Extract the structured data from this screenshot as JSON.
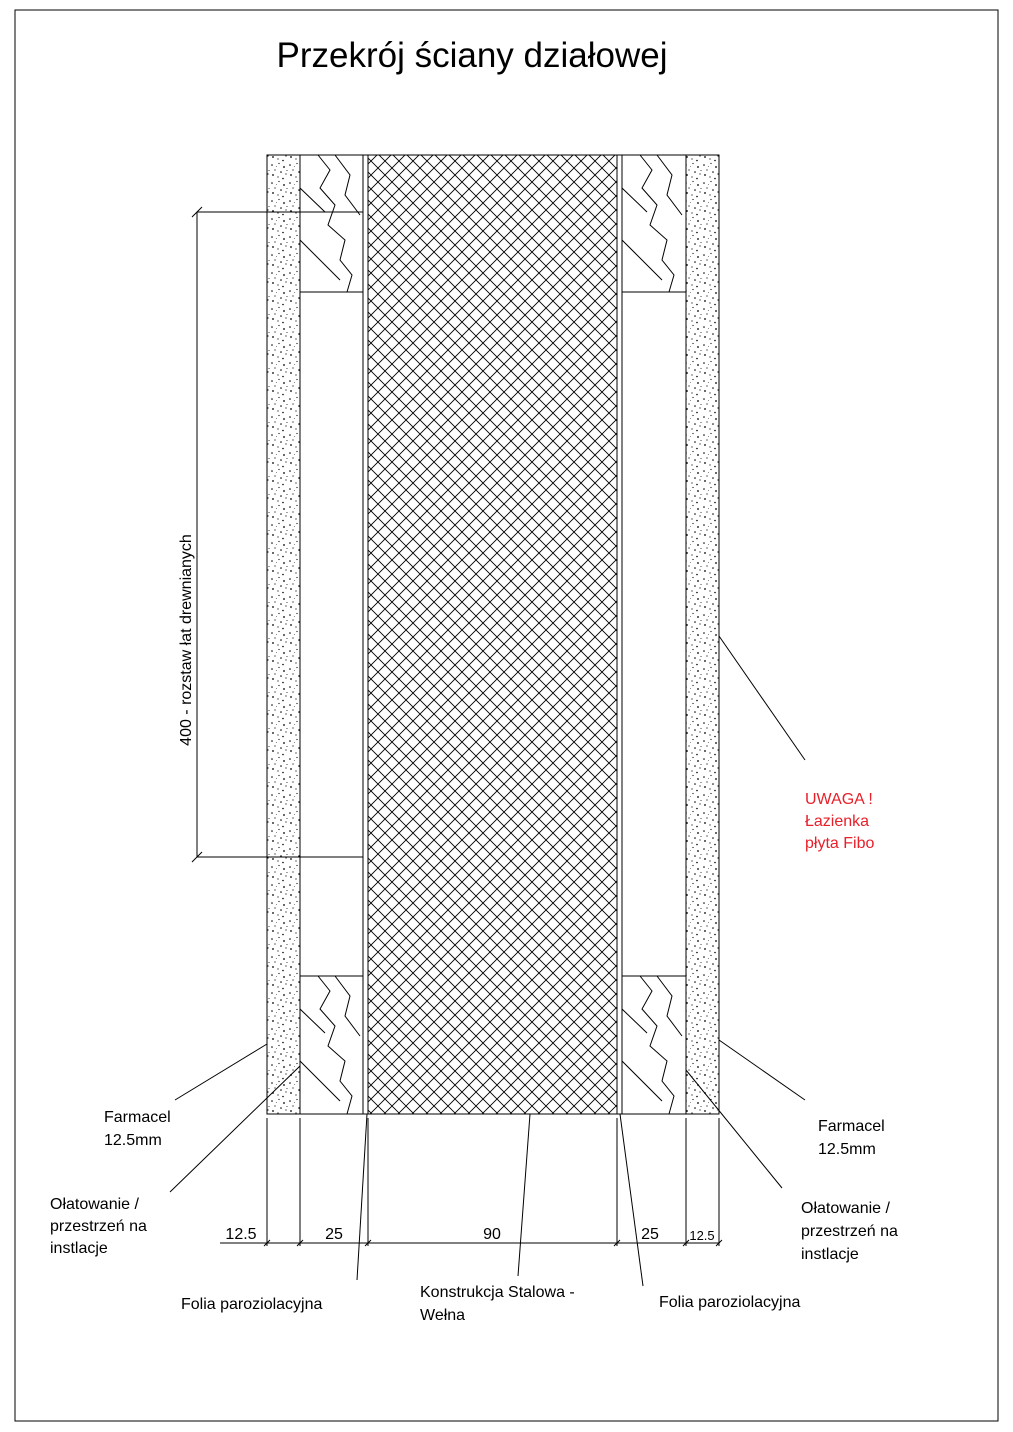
{
  "title": "Przekrój ściany działowej",
  "spacing_label": "400 - rozstaw łat drewnianych",
  "warning": {
    "color": "#e8202a",
    "lines": [
      "UWAGA !",
      "Łazienka",
      "płyta Fibo"
    ]
  },
  "labels": {
    "farmacel_left": [
      "Farmacel",
      "12.5mm"
    ],
    "farmacel_right": [
      "Farmacel",
      "12.5mm"
    ],
    "olatowanie_left": [
      "Ołatowanie /",
      "przestrzeń na",
      "instlacje"
    ],
    "olatowanie_right": [
      "Ołatowanie /",
      "przestrzeń na",
      "instlacje"
    ],
    "folia_left": "Folia paroziolacyjna",
    "folia_right": "Folia paroziolacyjna",
    "konstrukcja": [
      "Konstrukcja Stalowa -",
      "Wełna"
    ]
  },
  "dimensions": [
    "12.5",
    "25",
    "90",
    "25",
    "12.5"
  ]
}
